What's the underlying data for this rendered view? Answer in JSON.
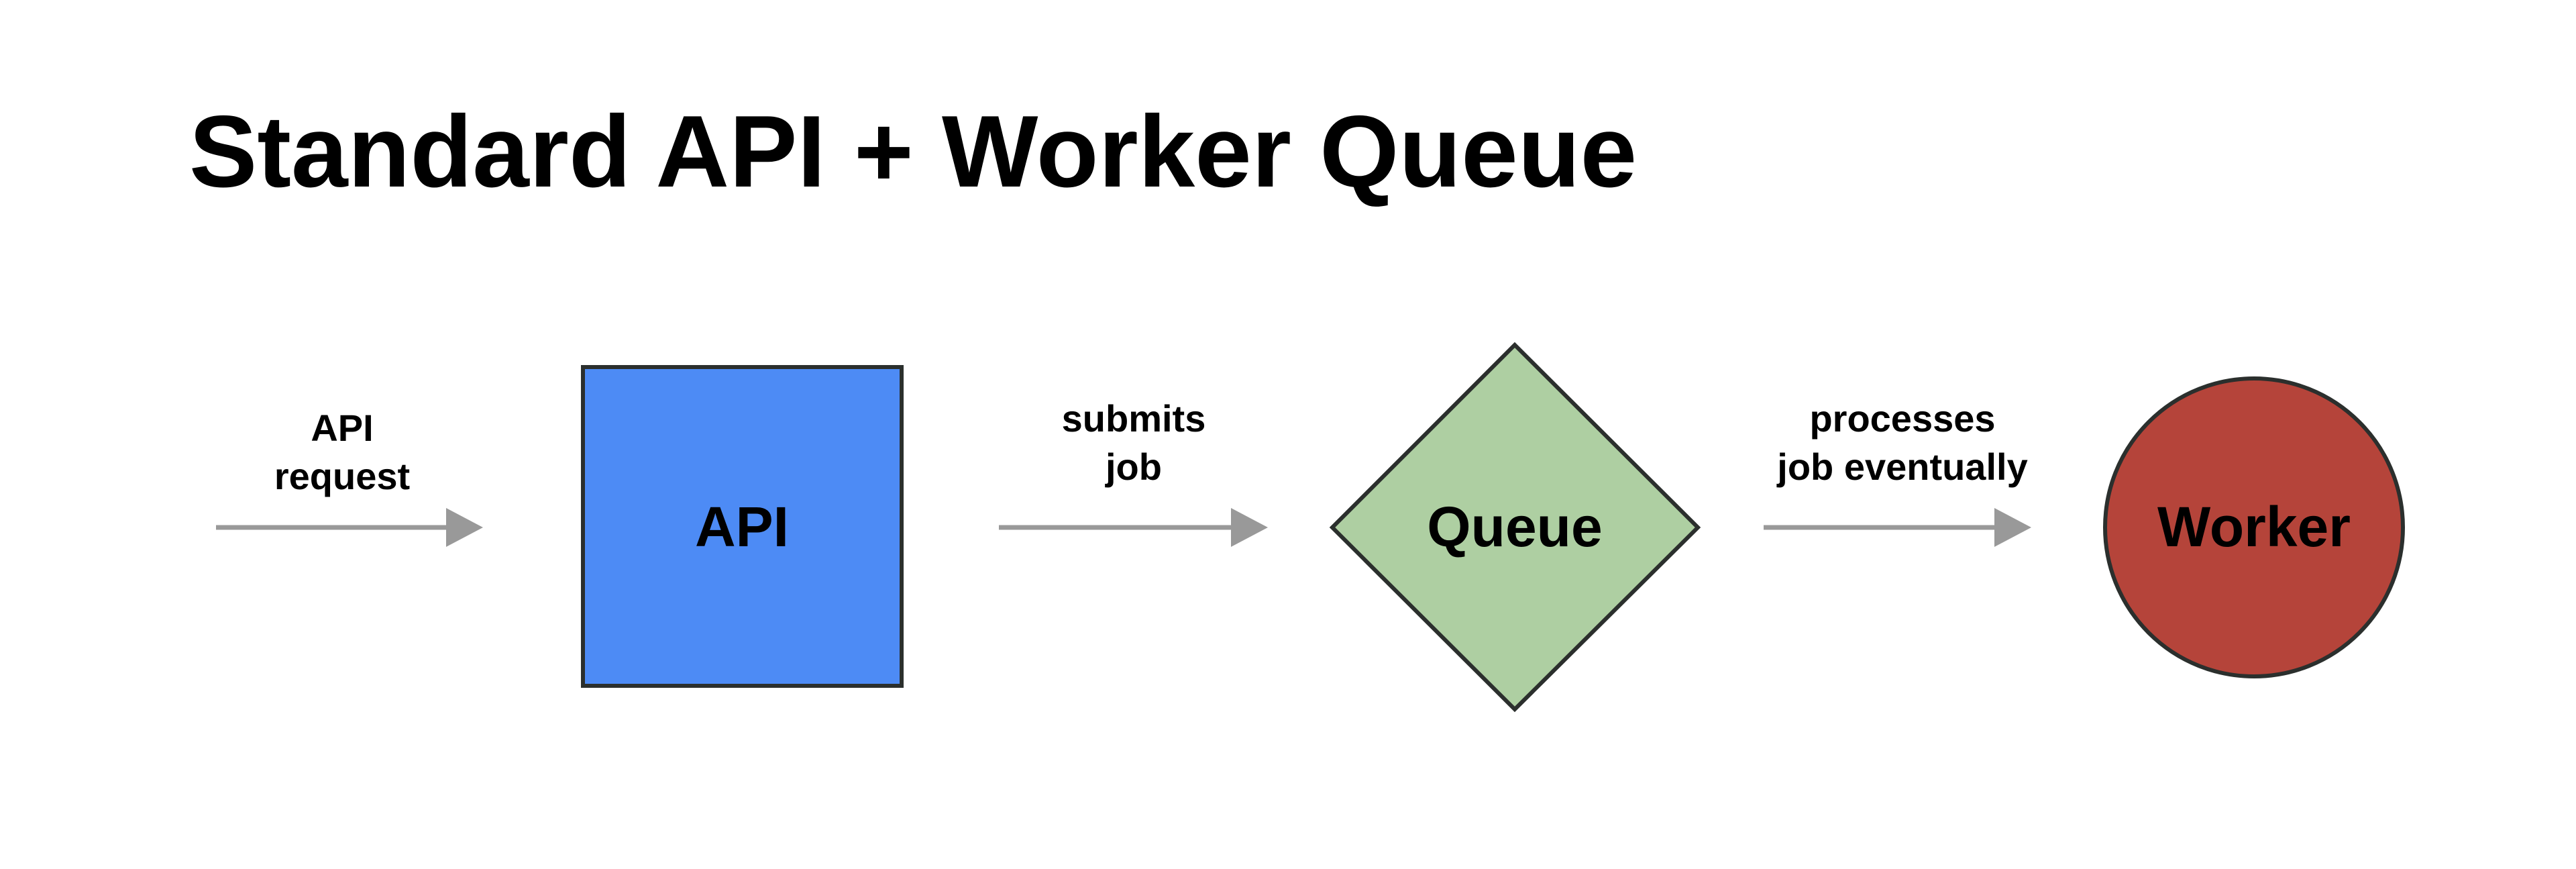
{
  "title": "Standard API + Worker Queue",
  "colors": {
    "api": "#4d8bf5",
    "queue": "#aecfa2",
    "worker": "#b5443a",
    "stroke": "#2b2f2d",
    "arrow": "#999999"
  },
  "nodes": {
    "api": {
      "label": "API",
      "shape": "square"
    },
    "queue": {
      "label": "Queue",
      "shape": "diamond"
    },
    "worker": {
      "label": "Worker",
      "shape": "circle"
    }
  },
  "edges": {
    "incoming": {
      "line1": "API",
      "line2": "request"
    },
    "api_to_queue": {
      "line1": "submits",
      "line2": "job"
    },
    "queue_to_worker": {
      "line1": "processes",
      "line2": "job eventually"
    }
  }
}
